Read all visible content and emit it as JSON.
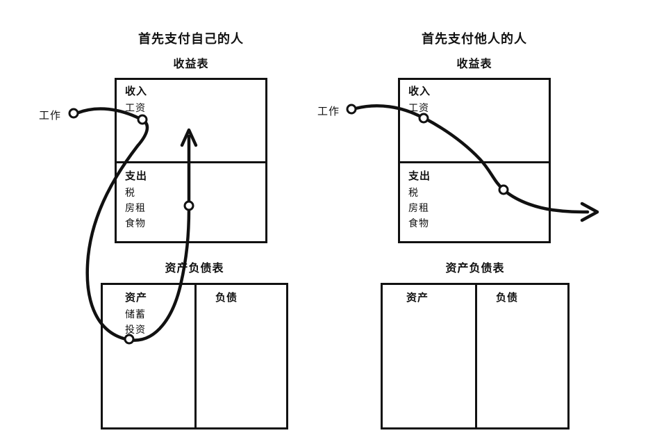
{
  "left": {
    "title": "首先支付自己的人",
    "income_statement_title": "收益表",
    "income_label": "收入",
    "income_items": [
      "工资"
    ],
    "expense_label": "支出",
    "expense_items": [
      "税",
      "房租",
      "食物"
    ],
    "job_label": "工作",
    "balance_sheet_title": "资产负债表",
    "assets_label": "资产",
    "asset_items": [
      "储蓄",
      "投资"
    ],
    "liabilities_label": "负债"
  },
  "right": {
    "title": "首先支付他人的人",
    "income_statement_title": "收益表",
    "income_label": "收入",
    "income_items": [
      "工资"
    ],
    "expense_label": "支出",
    "expense_items": [
      "税",
      "房租",
      "食物"
    ],
    "job_label": "工作",
    "balance_sheet_title": "资产负债表",
    "assets_label": "资产",
    "liabilities_label": "负债"
  },
  "colors": {
    "line": "#111111",
    "background": "#ffffff"
  }
}
